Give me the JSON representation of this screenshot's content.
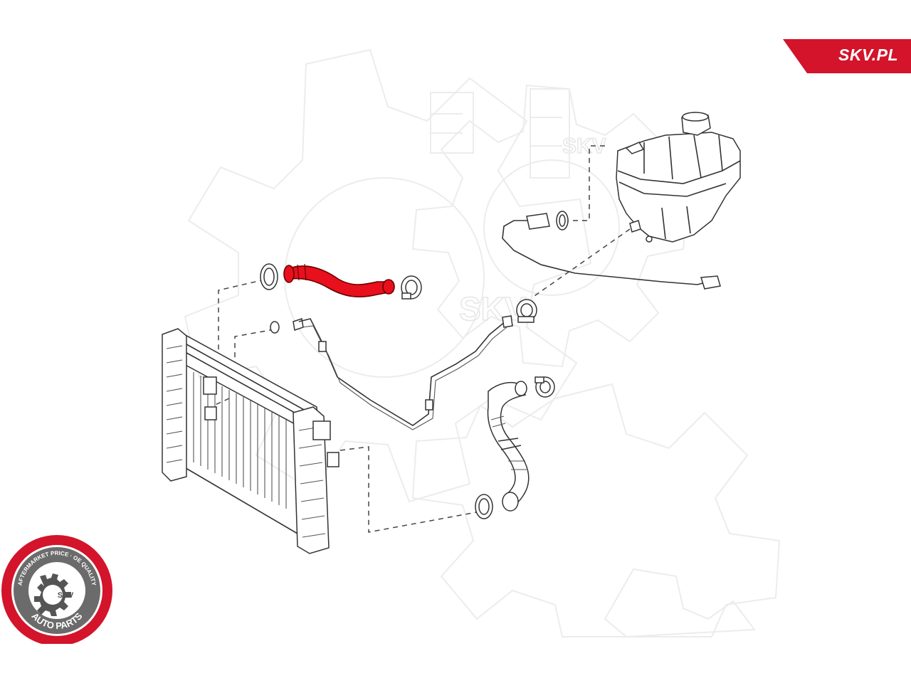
{
  "brand": {
    "site_label": "SKV.PL",
    "accent_color": "#d3142a"
  },
  "watermark": {
    "text_top": "SKV",
    "text_center": "SKV"
  },
  "seal": {
    "ring_text_top": "AFTERMARKET PRICE · OE QUALITY",
    "ring_text_bottom": "AUTO PARTS",
    "center_text": "SKV",
    "icon": "gear-logo-icon"
  },
  "diagram": {
    "highlighted_part": "upper-radiator-hose",
    "highlight_color": "#e8101c",
    "parts": [
      "radiator",
      "upper-radiator-hose",
      "lower-radiator-hose",
      "coolant-expansion-tank",
      "hose-clamp",
      "o-ring-seal",
      "coolant-bleed-line",
      "level-sensor-cable"
    ]
  }
}
